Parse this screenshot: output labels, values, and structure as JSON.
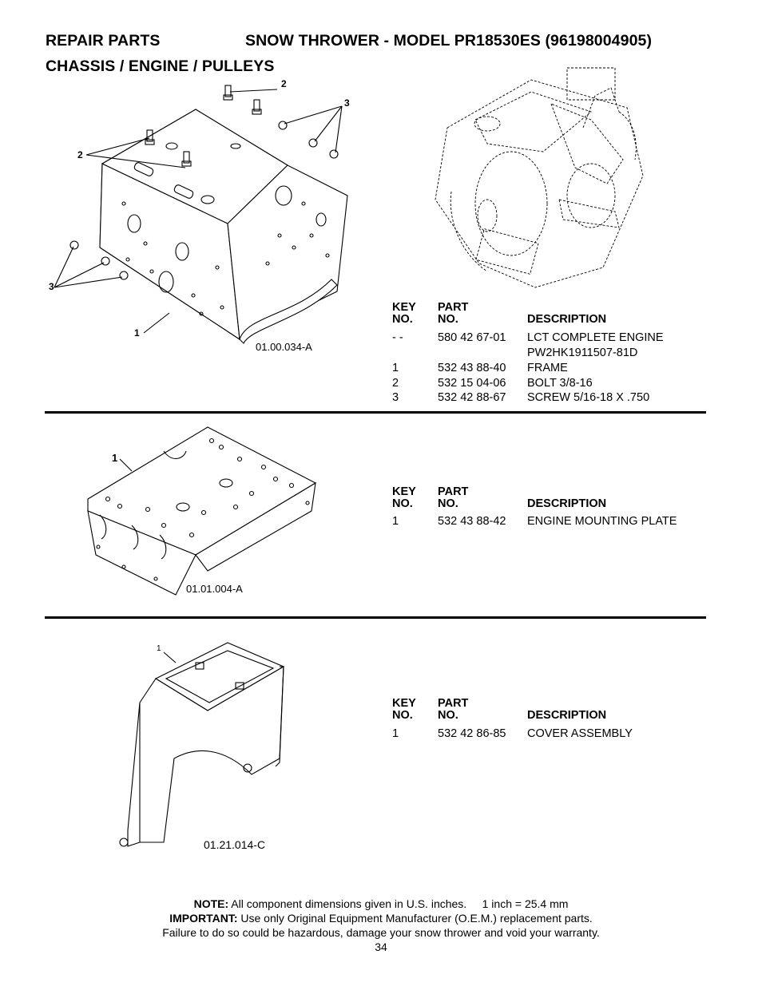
{
  "header": {
    "left": "REPAIR PARTS",
    "right": "SNOW THROWER - MODEL  PR18530ES  (96198004905)",
    "subtitle": "CHASSIS / ENGINE / PULLEYS"
  },
  "columns": {
    "key_line1": "KEY",
    "key_line2": "NO.",
    "part_line1": "PART",
    "part_line2": "NO.",
    "description": "DESCRIPTION"
  },
  "section1": {
    "figure_code": "01.00.034-A",
    "callouts": [
      "1",
      "2",
      "2",
      "3",
      "3"
    ],
    "parts": [
      {
        "key": "- -",
        "part": "580 42 67-01",
        "desc": "LCT COMPLETE ENGINE",
        "desc2": "PW2HK1911507-81D"
      },
      {
        "key": "1",
        "part": "532 43 88-40",
        "desc": "FRAME"
      },
      {
        "key": "2",
        "part": "532 15 04-06",
        "desc": "BOLT 3/8-16"
      },
      {
        "key": "3",
        "part": "532 42 88-67",
        "desc": "SCREW 5/16-18 X .750"
      }
    ]
  },
  "section2": {
    "figure_code": "01.01.004-A",
    "callout": "1",
    "parts": [
      {
        "key": "1",
        "part": "532 43 88-42",
        "desc": "ENGINE MOUNTING PLATE"
      }
    ]
  },
  "section3": {
    "figure_code": "01.21.014-C",
    "callout": "1",
    "parts": [
      {
        "key": "1",
        "part": "532 42 86-85",
        "desc": "COVER ASSEMBLY"
      }
    ]
  },
  "footer": {
    "note_label": "NOTE:",
    "note_text": " All component dimensions given in U.S. inches.     1 inch = 25.4 mm",
    "important_label": "IMPORTANT:",
    "important_text": " Use only Original Equipment Manufacturer (O.E.M.) replacement parts.",
    "warning": "Failure to do so could be hazardous, damage your snow thrower and void your warranty.",
    "page_number": "34"
  }
}
